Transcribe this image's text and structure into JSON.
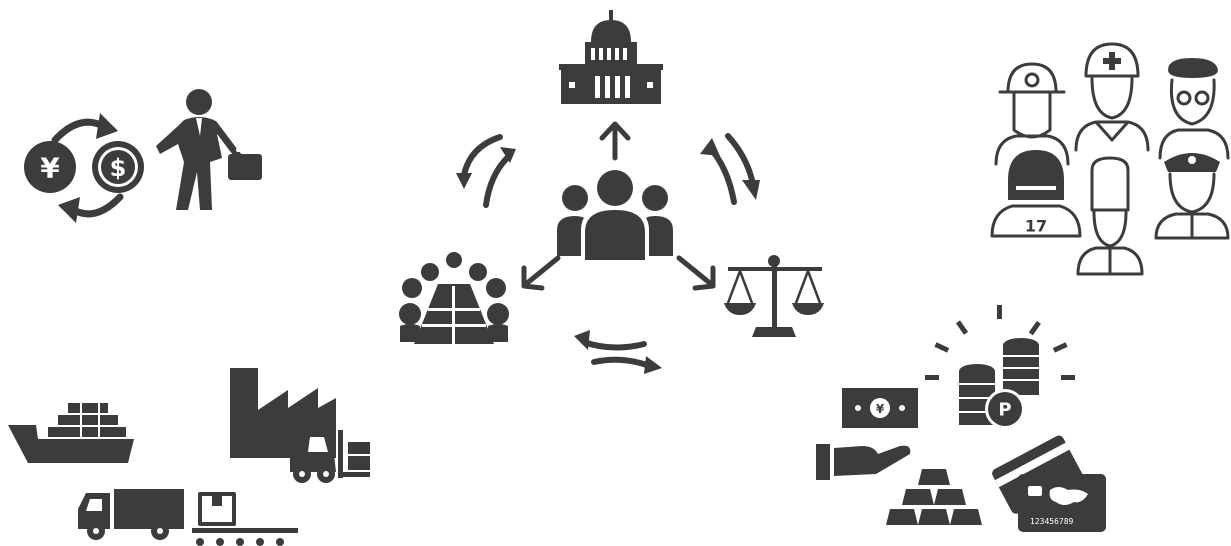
{
  "currency_exchange": {
    "yen_symbol": "¥",
    "dollar_symbol": "$",
    "icon": "currency-exchange-icon"
  },
  "business_person": {
    "icon": "businessman-with-briefcase-icon"
  },
  "logistics": {
    "icons": [
      "cargo-ship-icon",
      "factory-icon",
      "forklift-icon",
      "delivery-truck-icon",
      "conveyor-box-icon"
    ]
  },
  "government": {
    "icon": "capitol-building-icon"
  },
  "center": {
    "icon": "people-group-icon"
  },
  "meeting": {
    "icon": "meeting-table-icon"
  },
  "justice": {
    "icon": "scales-of-justice-icon"
  },
  "occupations": {
    "icons": [
      "firefighter-icon",
      "nurse-icon",
      "artist-icon",
      "football-player-icon",
      "chef-icon",
      "police-officer-icon"
    ],
    "jersey_number": "17"
  },
  "money": {
    "banknote_symbol": "¥",
    "coin_symbol": "P",
    "card_number": "123456789",
    "icons": [
      "banknote-icon",
      "hand-icon",
      "coins-icon",
      "gold-bars-icon",
      "credit-card-icon"
    ]
  },
  "colors": {
    "icon": "#3c3c3c",
    "background": "#ffffff"
  }
}
